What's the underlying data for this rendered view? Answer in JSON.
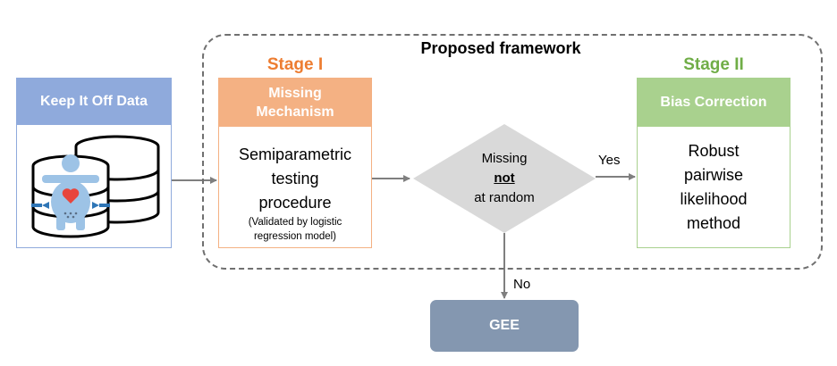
{
  "framework": {
    "title": "Proposed framework"
  },
  "data_source": {
    "label": "Keep It Off Data",
    "icon": "database-person-icon"
  },
  "stage1": {
    "label": "Stage I",
    "header_line1": "Missing",
    "header_line2": "Mechanism",
    "body_lines": [
      "Semiparametric",
      "testing",
      "procedure"
    ],
    "note_line1": "(Validated by logistic",
    "note_line2": "regression model)"
  },
  "decision": {
    "line1": "Missing",
    "line2": "not",
    "line3": "at random"
  },
  "branches": {
    "yes": "Yes",
    "no": "No"
  },
  "stage2": {
    "label": "Stage II",
    "header": "Bias Correction",
    "body_lines": [
      "Robust",
      "pairwise",
      "likelihood",
      "method"
    ]
  },
  "gee": {
    "label": "GEE"
  },
  "colors": {
    "data_header": "#8faadc",
    "stage1_accent": "#ed7d31",
    "stage1_header": "#f4b183",
    "stage2_accent": "#70ad47",
    "stage2_header": "#a9d18e",
    "diamond": "#d9d9d9",
    "gee": "#8497b0",
    "arrow": "#7f7f7f"
  }
}
